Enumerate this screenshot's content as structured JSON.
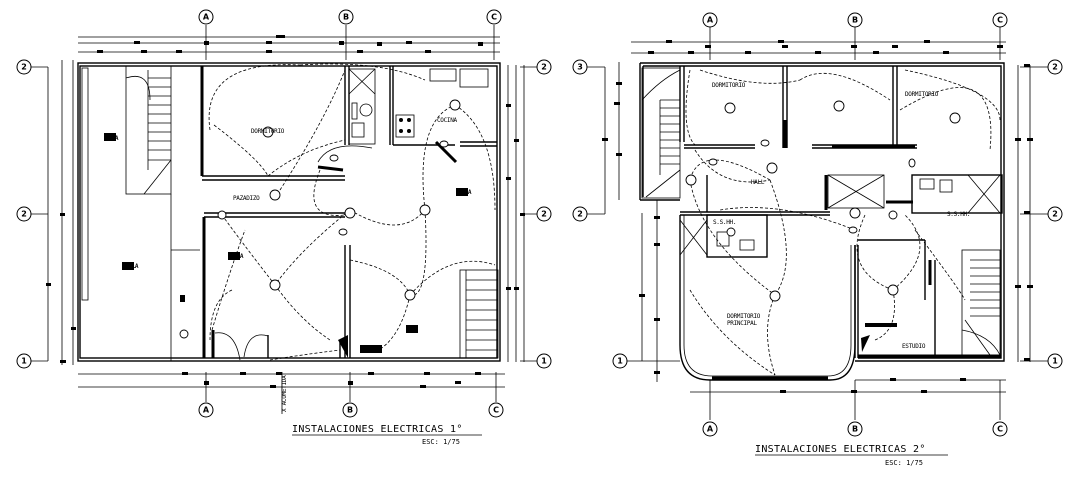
{
  "plans": [
    {
      "id": "floor-1",
      "title": "INSTALACIONES ELECTRICAS 1°",
      "scale": "ESC: 1/75",
      "axes_columns": [
        "A",
        "B",
        "C"
      ],
      "axes_rows_left": [
        "2",
        "2",
        "1"
      ],
      "axes_rows_right": [
        "2",
        "2",
        "1"
      ],
      "rooms": [
        "DORMITORIO",
        "COCINA",
        "PAZADIZO",
        "SALA",
        "SALA",
        "SALA",
        "SALA"
      ],
      "section_marker": "X ACOMETIDA"
    },
    {
      "id": "floor-2",
      "title": "INSTALACIONES ELECTRICAS 2°",
      "scale": "ESC: 1/75",
      "axes_columns": [
        "A",
        "B",
        "C"
      ],
      "axes_rows_left": [
        "3",
        "2",
        "1"
      ],
      "axes_rows_right": [
        "2",
        "2",
        "1"
      ],
      "rooms": [
        "DORMITORIO",
        "DORMITORIO",
        "HALL",
        "S.S.HH.",
        "S.S.HH.",
        "DORMITORIO PRINCIPAL",
        "ESTUDIO"
      ]
    }
  ]
}
